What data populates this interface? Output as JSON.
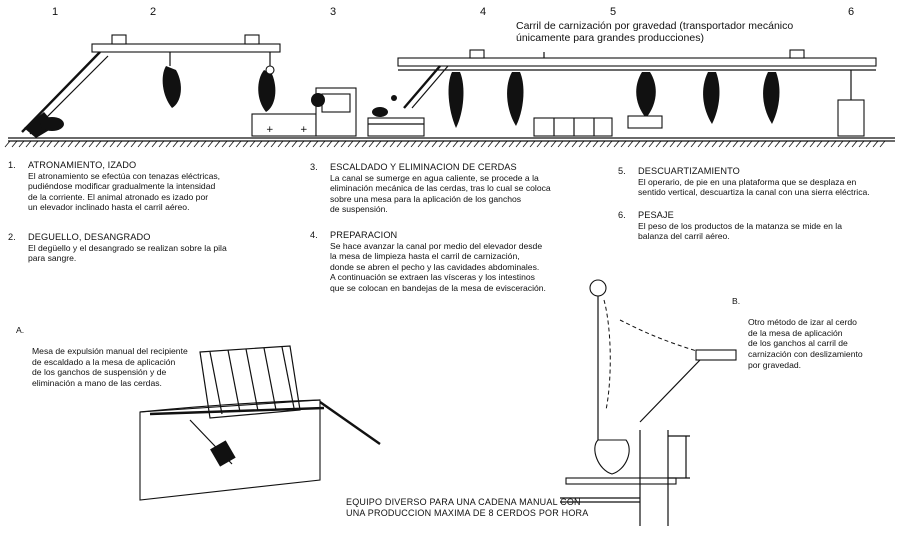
{
  "stage_numbers": [
    "1",
    "2",
    "3",
    "4",
    "5",
    "6"
  ],
  "rail_label": {
    "line1": "Carril de carnización por gravedad (transportador mecánico",
    "line2": "únicamente para grandes producciones)"
  },
  "steps": [
    {
      "number": "1.",
      "heading": "ATRONAMIENTO, IZADO",
      "body": "El atronamiento se efectúa con tenazas eléctricas,\npudiéndose modificar gradualmente la intensidad\nde la corriente. El animal atronado es izado por\nun elevador inclinado hasta el carril aéreo."
    },
    {
      "number": "2.",
      "heading": "DEGUELLO, DESANGRADO",
      "body": "El degüello y el desangrado se realizan sobre la pila\npara sangre."
    },
    {
      "number": "3.",
      "heading": "ESCALDADO Y ELIMINACION DE CERDAS",
      "body": "La canal se sumerge en agua caliente, se procede a la\neliminación mecánica de las cerdas, tras lo cual se coloca\nsobre una mesa para la aplicación de los ganchos\nde suspensión."
    },
    {
      "number": "4.",
      "heading": "PREPARACION",
      "body": "Se hace avanzar la canal por medio del elevador desde\nla mesa de limpieza hasta el carril de carnización,\ndonde se abren el pecho y las cavidades abdominales.\nA continuación se extraen las vísceras y los intestinos\nque se colocan en bandejas de la mesa de evisceración."
    },
    {
      "number": "5.",
      "heading": "DESCUARTIZAMIENTO",
      "body": "El operario, de pie en una plataforma que se desplaza en\nsentido vertical, descuartiza la canal con una sierra eléctrica."
    },
    {
      "number": "6.",
      "heading": "PESAJE",
      "body": "El peso de los productos de la matanza se mide en la\nbalanza del carril aéreo."
    }
  ],
  "note_a": {
    "label": "A.",
    "text": "Mesa de expulsión manual del recipiente\nde escaldado a la mesa de aplicación\nde los ganchos de suspensión y de\neliminación a mano de las cerdas."
  },
  "note_b": {
    "label": "B.",
    "text": "Otro método de izar al cerdo\nde la mesa de aplicación\nde los ganchos al carril de\ncarnización con deslizamiento\npor gravedad."
  },
  "caption": "EQUIPO DIVERSO PARA UNA CADENA MANUAL CON\nUNA PRODUCCION MAXIMA DE 8 CERDOS POR HORA"
}
